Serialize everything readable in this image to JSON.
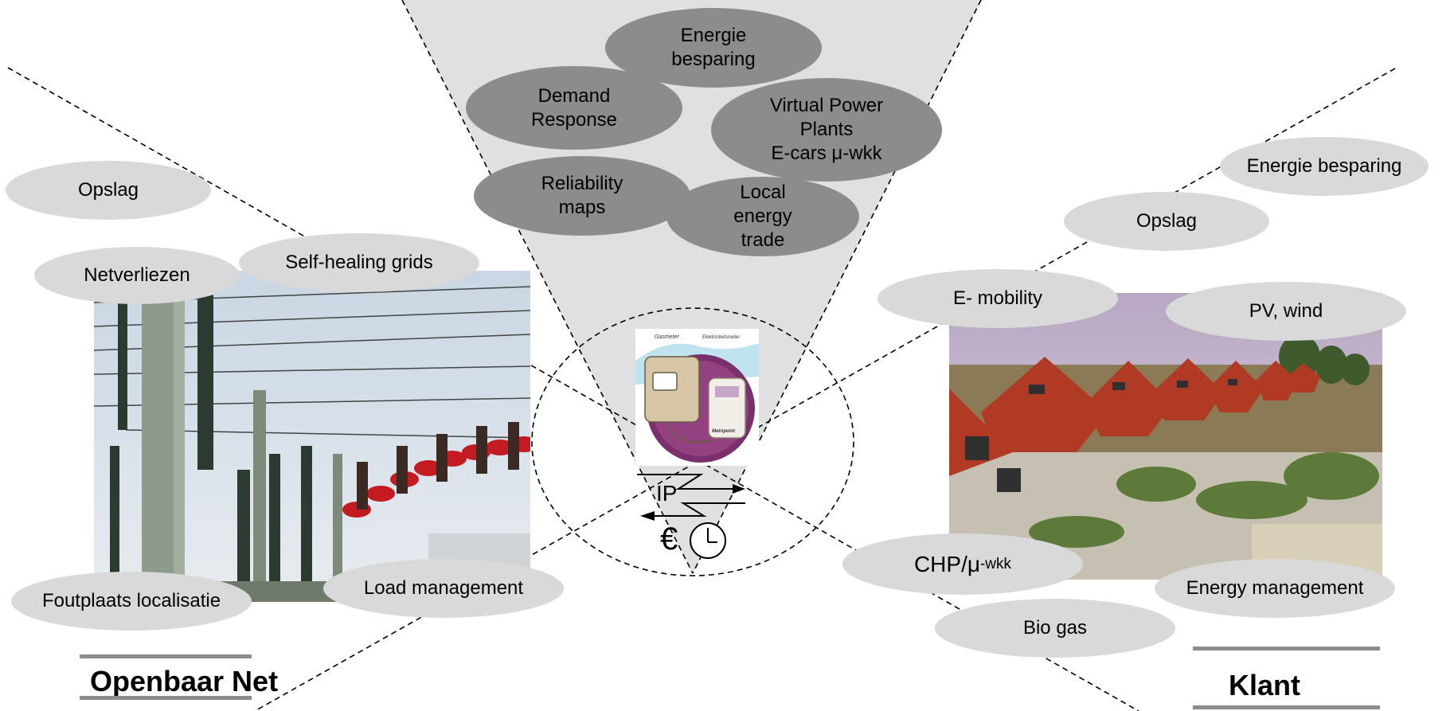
{
  "center_top": [
    {
      "id": "energie-besparing-top",
      "text": "Energie\nbesparing"
    },
    {
      "id": "demand-response",
      "text": "Demand\nResponse"
    },
    {
      "id": "virtual-power-plants",
      "text": "Virtual Power\nPlants\nE-cars μ-wkk"
    },
    {
      "id": "reliability-maps",
      "text": "Reliability\nmaps"
    },
    {
      "id": "local-energy-trade",
      "text": "Local\nenergy\ntrade"
    }
  ],
  "left": {
    "bubbles": [
      {
        "id": "opslag-left",
        "text": "Opslag"
      },
      {
        "id": "netverliezen",
        "text": "Netverliezen"
      },
      {
        "id": "self-healing-grids",
        "text": "Self-healing grids"
      },
      {
        "id": "foutplaats-localisatie",
        "text": "Foutplaats localisatie"
      },
      {
        "id": "load-management",
        "text": "Load management"
      }
    ],
    "label": "Openbaar Net"
  },
  "right": {
    "bubbles": [
      {
        "id": "energie-besparing-right",
        "text": "Energie besparing"
      },
      {
        "id": "opslag-right",
        "text": "Opslag"
      },
      {
        "id": "e-mobility",
        "text": "E- mobility"
      },
      {
        "id": "pv-wind",
        "text": "PV, wind"
      },
      {
        "id": "energy-management",
        "text": "Energy management"
      },
      {
        "id": "bio-gas",
        "text": "Bio gas"
      }
    ],
    "chp": {
      "main": "CHP/μ",
      "small": "-wkk"
    },
    "label": "Klant"
  },
  "center": {
    "meter": {
      "gas_label": "Gasmeter",
      "elec_label": "Elektriciteitsmeter",
      "brand": "Metripoint"
    },
    "ip_label": "IP",
    "euro_symbol": "€"
  },
  "colors": {
    "light_bubble": "#d9d9d9",
    "dark_bubble": "#8c8c8c",
    "funnel": "#e0e0e0",
    "bar": "#8c8c8c"
  }
}
